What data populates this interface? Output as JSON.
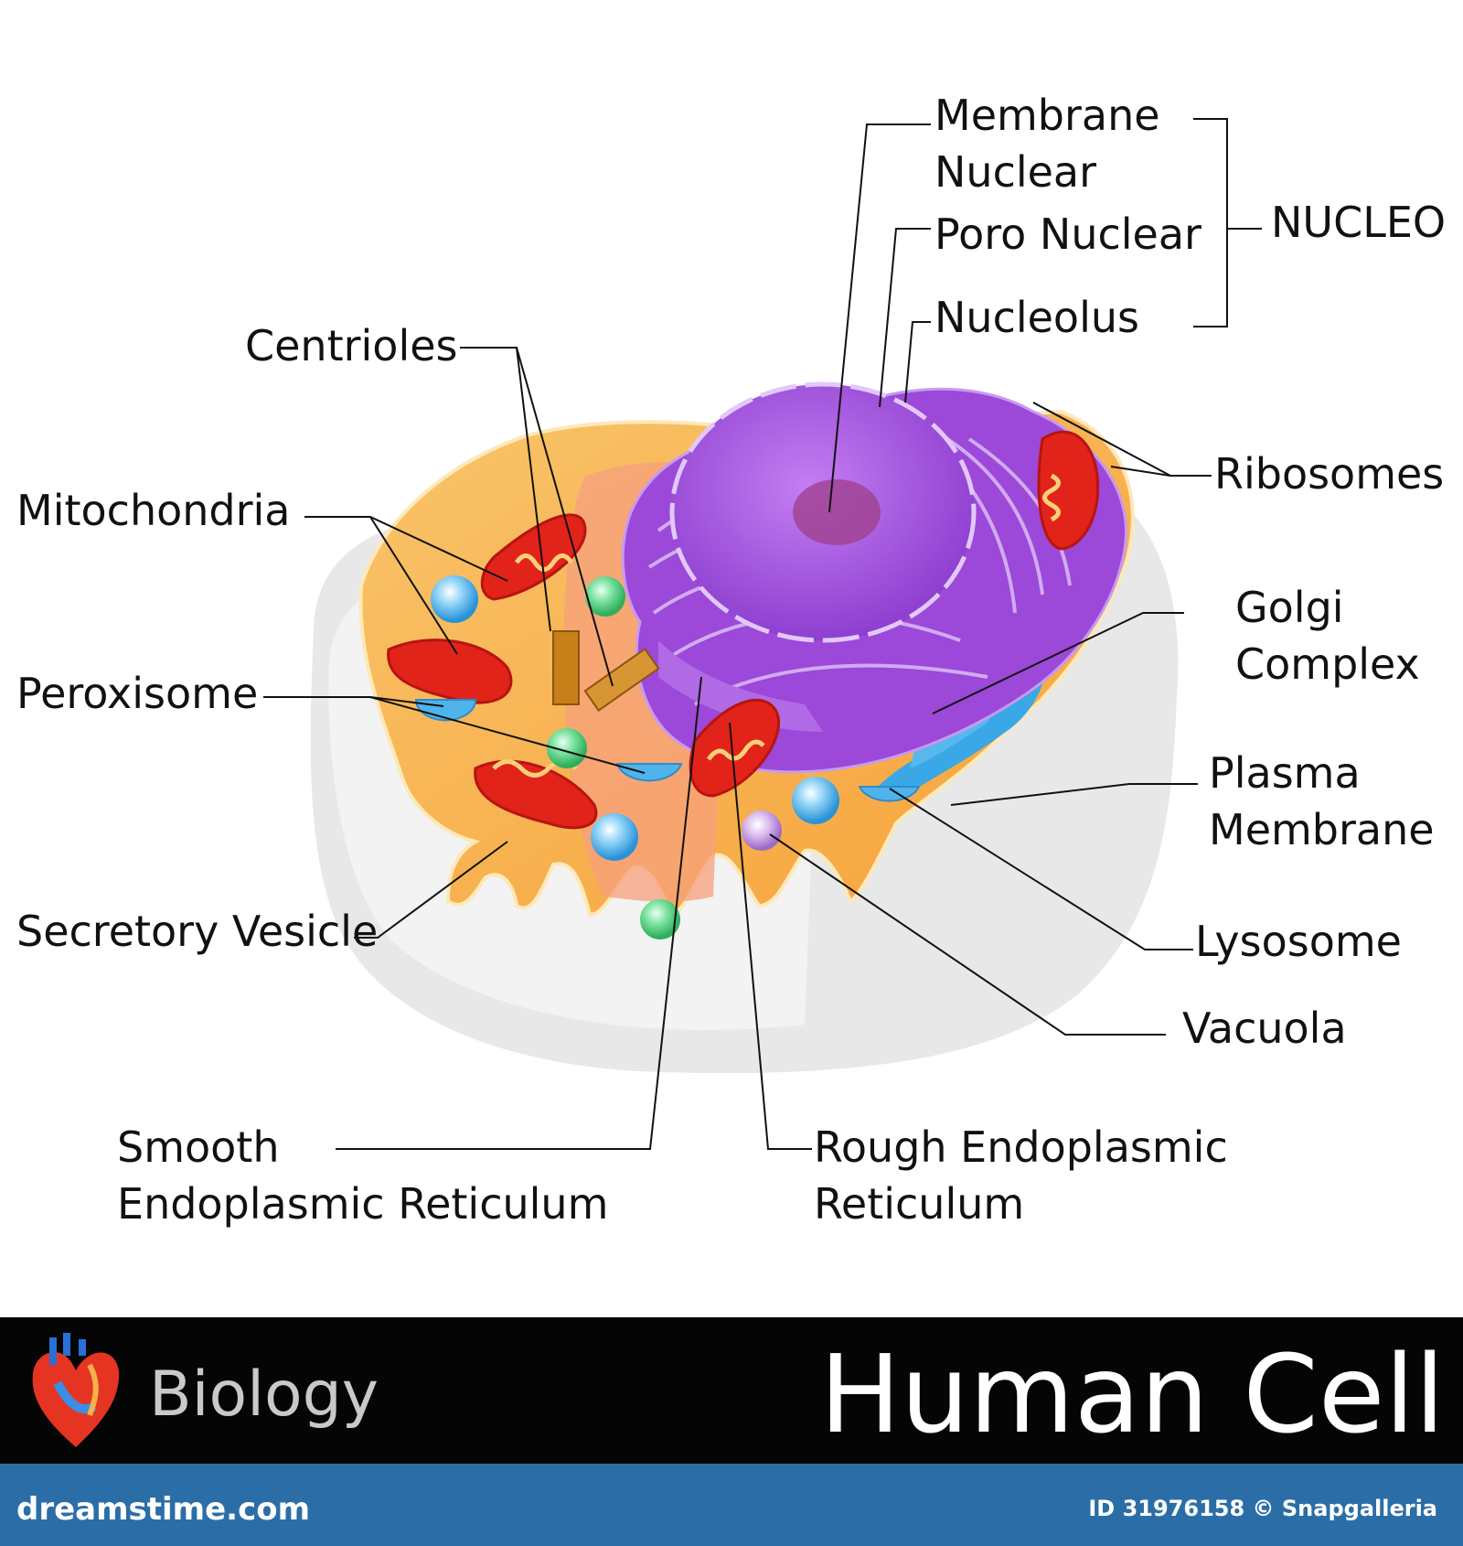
{
  "diagram": {
    "labels": {
      "membrane_nuclear": [
        "Membrane",
        "Nuclear"
      ],
      "poro_nuclear": "Poro Nuclear",
      "nucleolus": "Nucleolus",
      "nucleo_group": "NUCLEO",
      "centrioles": "Centrioles",
      "mitochondria": "Mitochondria",
      "ribosomes": "Ribosomes",
      "golgi_complex": [
        "Golgi",
        "Complex"
      ],
      "peroxisome": "Peroxisome",
      "plasma_membrane": [
        "Plasma",
        "Membrane"
      ],
      "secretory_vesicle": "Secretory Vesicle",
      "lysosome": "Lysosome",
      "vacuola": "Vacuola",
      "smooth_er": [
        "Smooth",
        "Endoplasmic Reticulum"
      ],
      "rough_er": [
        "Rough Endoplasmic",
        "Reticulum"
      ]
    },
    "colors": {
      "nucleus": "#a24fe0",
      "cytoplasm": "#f6b24a",
      "cytoplasm_inner": "#f7a07e",
      "mitochondria": "#e2231a",
      "vesicle_blue": "#4fb3ec",
      "vesicle_green": "#4fcf7e",
      "centriole": "#c77f1a",
      "cell_outer": "#e9e9e9"
    }
  },
  "banner": {
    "subject": "Biology",
    "title": "Human Cell",
    "icon": "heart-icon"
  },
  "footer": {
    "site": "dreamstime.com",
    "id_text": "ID 31976158 © Snapgalleria"
  }
}
